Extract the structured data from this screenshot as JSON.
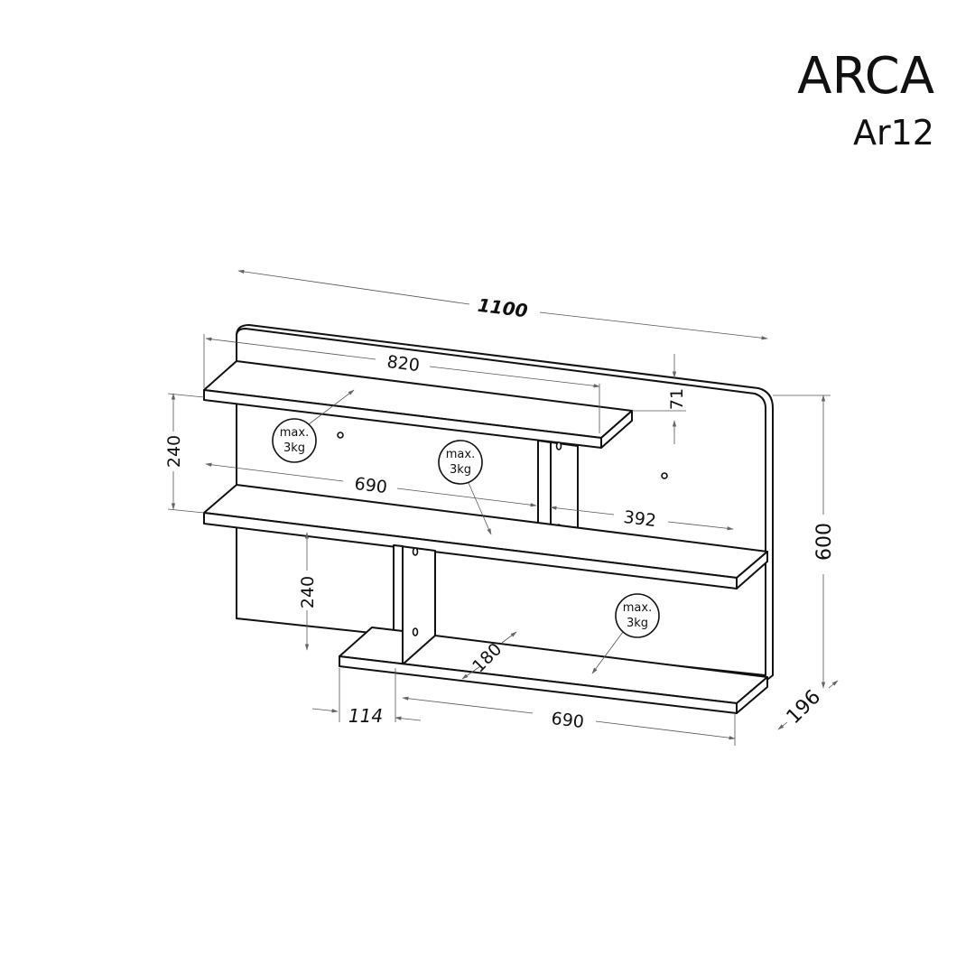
{
  "title": {
    "brand": "ARCA",
    "model": "Ar12"
  },
  "dimensions": {
    "total_width": "1100",
    "top_shelf_length": "820",
    "top_shelf_offset": "71",
    "upper_gap_height": "240",
    "middle_shelf_length": "690",
    "right_section": "392",
    "lower_gap_height": "240",
    "bottom_depth": "180",
    "bottom_left_offset": "114",
    "bottom_shelf_length": "690",
    "total_height": "600",
    "total_depth": "196"
  },
  "load_badges": [
    {
      "line1": "max.",
      "line2": "3kg"
    },
    {
      "line1": "max.",
      "line2": "3kg"
    },
    {
      "line1": "max.",
      "line2": "3kg"
    }
  ]
}
